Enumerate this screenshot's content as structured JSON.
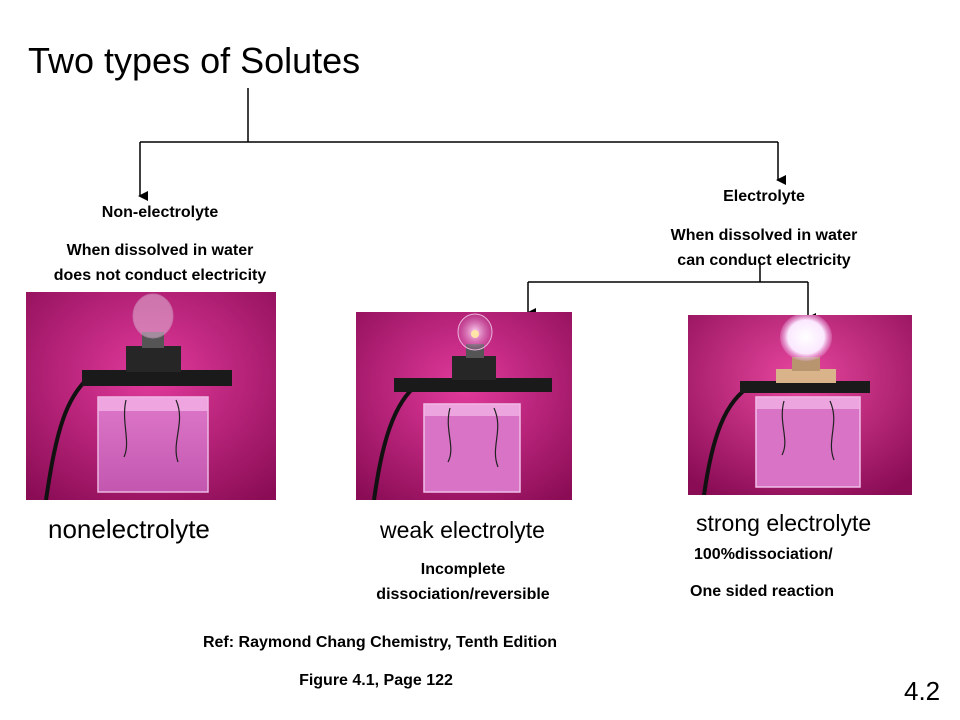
{
  "title": "Two types of Solutes",
  "nonelectrolyte_box": {
    "heading": "Non-electrolyte",
    "line1": "When dissolved in water",
    "line2": "does not conduct electricity"
  },
  "electrolyte_box": {
    "heading": "Electrolyte",
    "line1": "When dissolved in water",
    "line2": "can conduct electricity"
  },
  "photos": [
    {
      "label": "nonelectrolyte",
      "bulb": "off"
    },
    {
      "label": "weak electrolyte",
      "bulb": "dim",
      "desc1": "Incomplete",
      "desc2": "dissociation/reversible"
    },
    {
      "label": "strong electrolyte",
      "bulb": "bright",
      "desc1": "100%dissociation/",
      "desc2": "One sided reaction"
    }
  ],
  "reference": {
    "line1": "Ref: Raymond Chang Chemistry, Tenth Edition",
    "line2": "Figure 4.1, Page 122"
  },
  "slide_number": "4.2",
  "colors": {
    "backdrop": "#c8107a",
    "backdrop_dark": "#5a0a3a",
    "liquid": "#d46fc0",
    "bulb_glow": "#fff4ff"
  }
}
